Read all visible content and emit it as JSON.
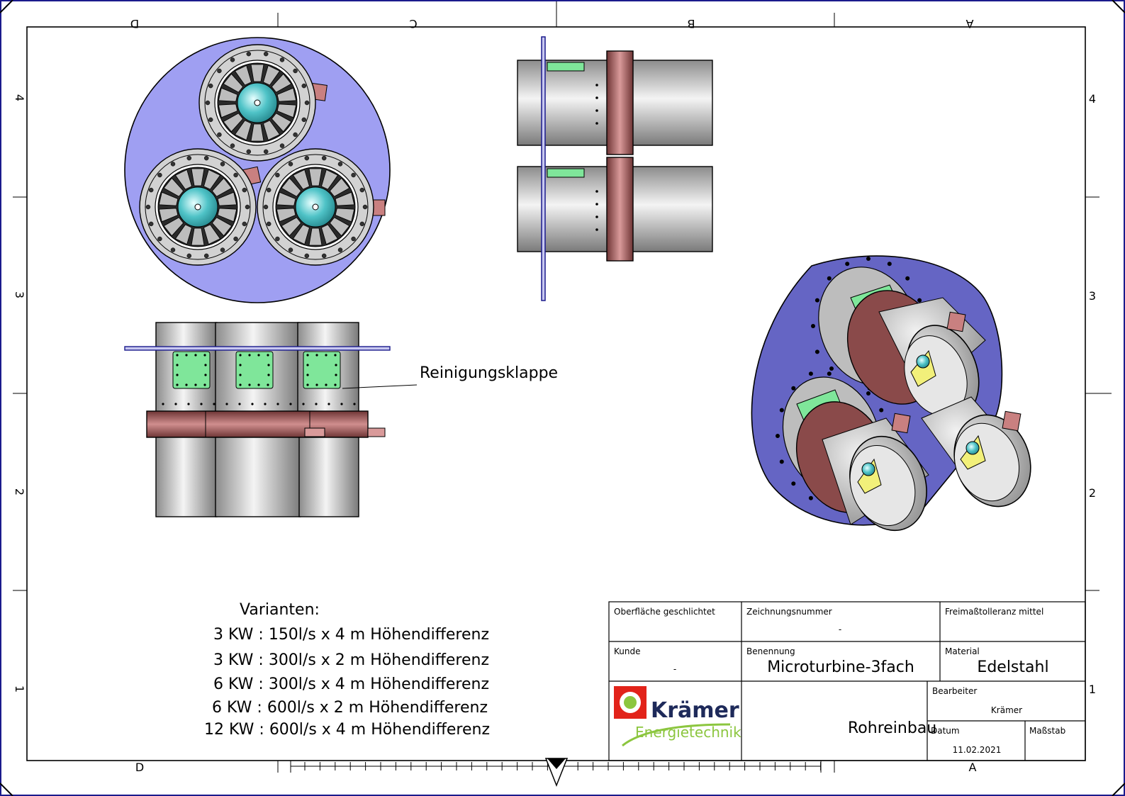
{
  "zones": {
    "letters": [
      "D",
      "C",
      "B",
      "A"
    ],
    "numbers": [
      "4",
      "3",
      "2",
      "1"
    ]
  },
  "callout": {
    "text": "Reinigungsklappe"
  },
  "variants": {
    "title": "Varianten:",
    "items": [
      "3 KW : 150l/s x 4 m Höhendifferenz",
      "3 KW : 300l/s x 2 m Höhendifferenz",
      "6 KW : 300l/s x 4 m Höhendifferenz",
      "6 KW : 600l/s x 2 m Höhendifferenz",
      "12 KW : 600l/s x 4 m Höhendifferenz"
    ]
  },
  "title_block": {
    "surface_label": "Oberfläche geschlichtet",
    "drawing_no_label": "Zeichnungsnummer",
    "drawing_no_value": "-",
    "tolerance_label": "Freimaßtolleranz mittel",
    "customer_label": "Kunde",
    "customer_value": "-",
    "designation_label": "Benennung",
    "designation_value": "Microturbine-3fach",
    "material_label": "Material",
    "material_value": "Edelstahl",
    "company_name": "Krämer",
    "company_sub": "Energietechnik",
    "title_value": "Rohreinbau",
    "editor_label": "Bearbeiter",
    "editor_value": "Krämer",
    "date_label": "Datum",
    "date_value": "11.02.2021",
    "scale_label": "Maßstab"
  },
  "colors": {
    "plate_blue": "#9f9ff2",
    "iso_plate_blue": "#6565c4",
    "flange_red": "#8a4a4a",
    "hatch_green": "#7fe69a",
    "hub_cyan": "#4fc3c7",
    "brand_red": "#e2231a",
    "brand_green": "#8cc63f",
    "frame_blue": "#1a1a8c"
  }
}
